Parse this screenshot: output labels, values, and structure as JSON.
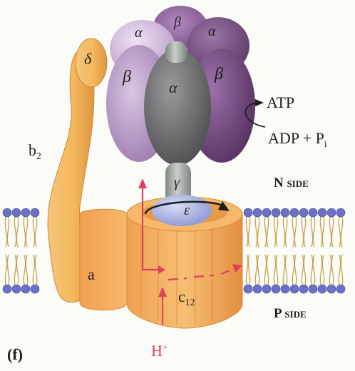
{
  "figure": {
    "panel_label": "(f)",
    "subunits": {
      "alpha": "α",
      "beta": "β",
      "gamma": "γ",
      "delta": "δ",
      "epsilon": "ε",
      "a": "a",
      "b_main": "b",
      "b_sub": "2",
      "c_main": "c",
      "c_sub": "12"
    },
    "reaction": {
      "product": "ATP",
      "substrate_main": "ADP + P",
      "substrate_sub": "i"
    },
    "sides": {
      "n_side": "N side",
      "p_side": "P side"
    },
    "proton": {
      "main": "H",
      "sup": "+"
    }
  },
  "colors": {
    "alpha_light": "#cdb7d9",
    "alpha_dark": "#6e4f7a",
    "beta_light": "#a98ab9",
    "beta_dark": "#6a3f73",
    "central_alpha": "#6b6b6d",
    "gamma": "#9ea3a0",
    "epsilon": "#a9b3e3",
    "stator": "#f3b35a",
    "c_ring": "#f2a75a",
    "membrane_head": "#6a71c6",
    "proton_arrow": "#e0405c",
    "text": "#1d1d1d"
  }
}
